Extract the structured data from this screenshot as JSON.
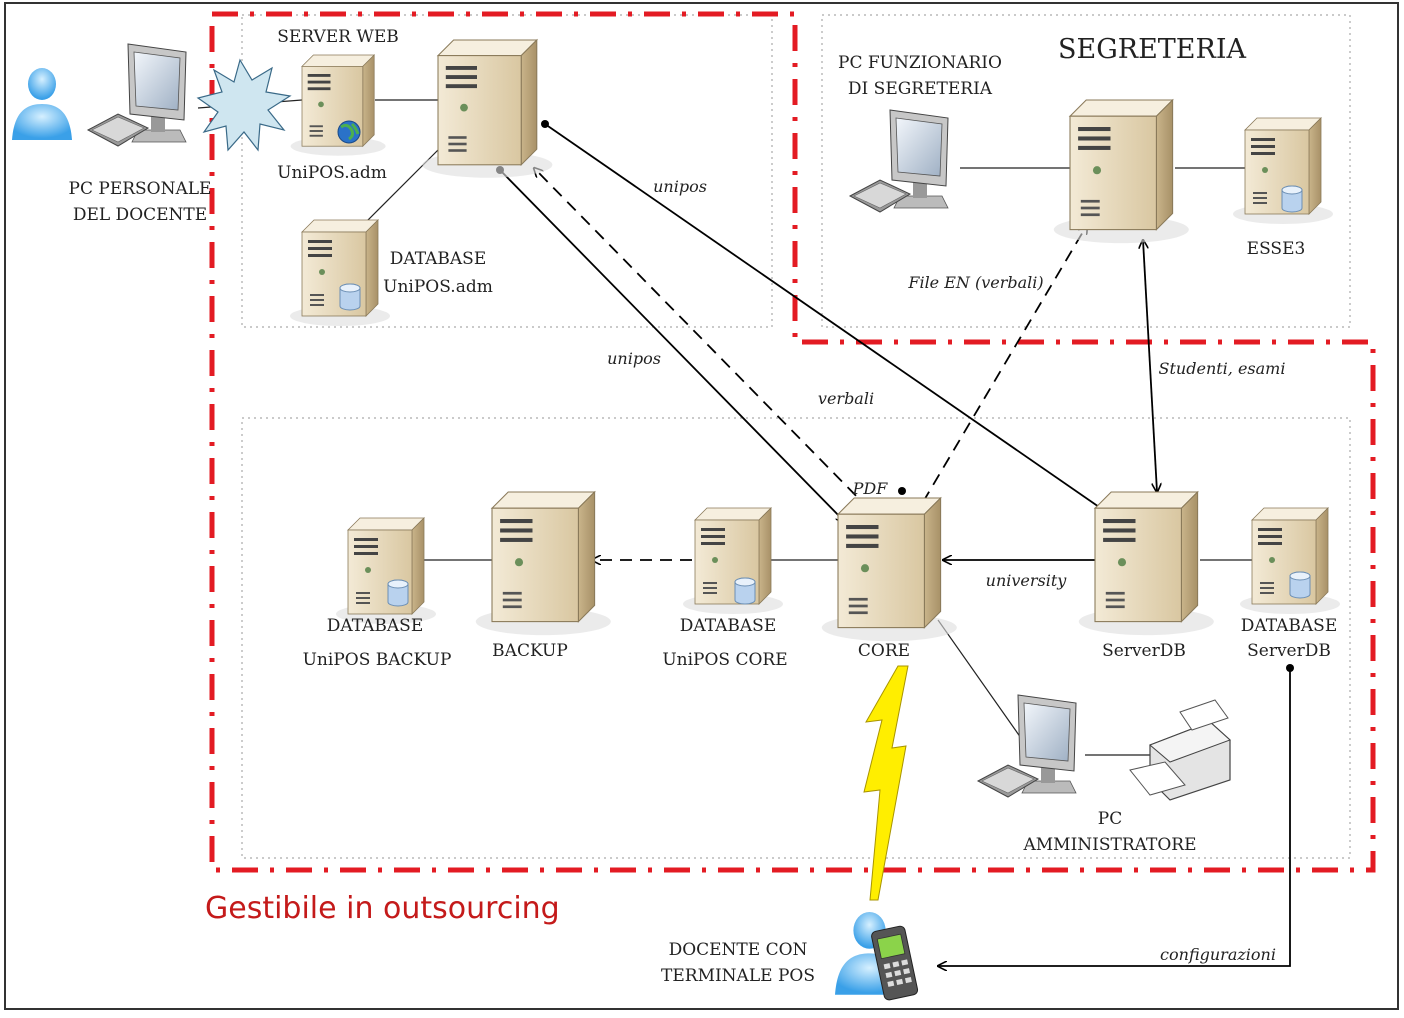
{
  "labels": {
    "pc_docente_1": "PC PERSONALE",
    "pc_docente_2": "DEL DOCENTE",
    "server_web": "SERVER WEB",
    "unipos_adm": "UniPOS.adm",
    "db_adm_1": "DATABASE",
    "db_adm_2": "UniPOS.adm",
    "segreteria": "SEGRETERIA",
    "pc_funz_1": "PC FUNZIONARIO",
    "pc_funz_2": "DI SEGRETERIA",
    "esse3": "ESSE3",
    "db_backup_1": "DATABASE",
    "db_backup_2": "UniPOS BACKUP",
    "backup": "BACKUP",
    "db_core_1": "DATABASE",
    "db_core_2": "UniPOS CORE",
    "core": "CORE",
    "serverdb": "ServerDB",
    "db_serverdb_1": "DATABASE",
    "db_serverdb_2": "ServerDB",
    "pc_admin_1": "PC",
    "pc_admin_2": "AMMINISTRATORE",
    "docente_pos_1": "DOCENTE CON",
    "docente_pos_2": "TERMINALE POS",
    "outsourcing": "Gestibile in outsourcing"
  },
  "edges": {
    "unipos_top": "unipos",
    "unipos_left": "unipos",
    "verbali": "verbali",
    "pdf": "PDF",
    "file_en": "File EN (verbali)",
    "studenti": "Studenti, esami",
    "university": "university",
    "configurazioni": "configurazioni"
  },
  "colors": {
    "outsourcing": "#e31b23",
    "server_body": "#e6d8bc",
    "lightning": "#ffee00"
  }
}
